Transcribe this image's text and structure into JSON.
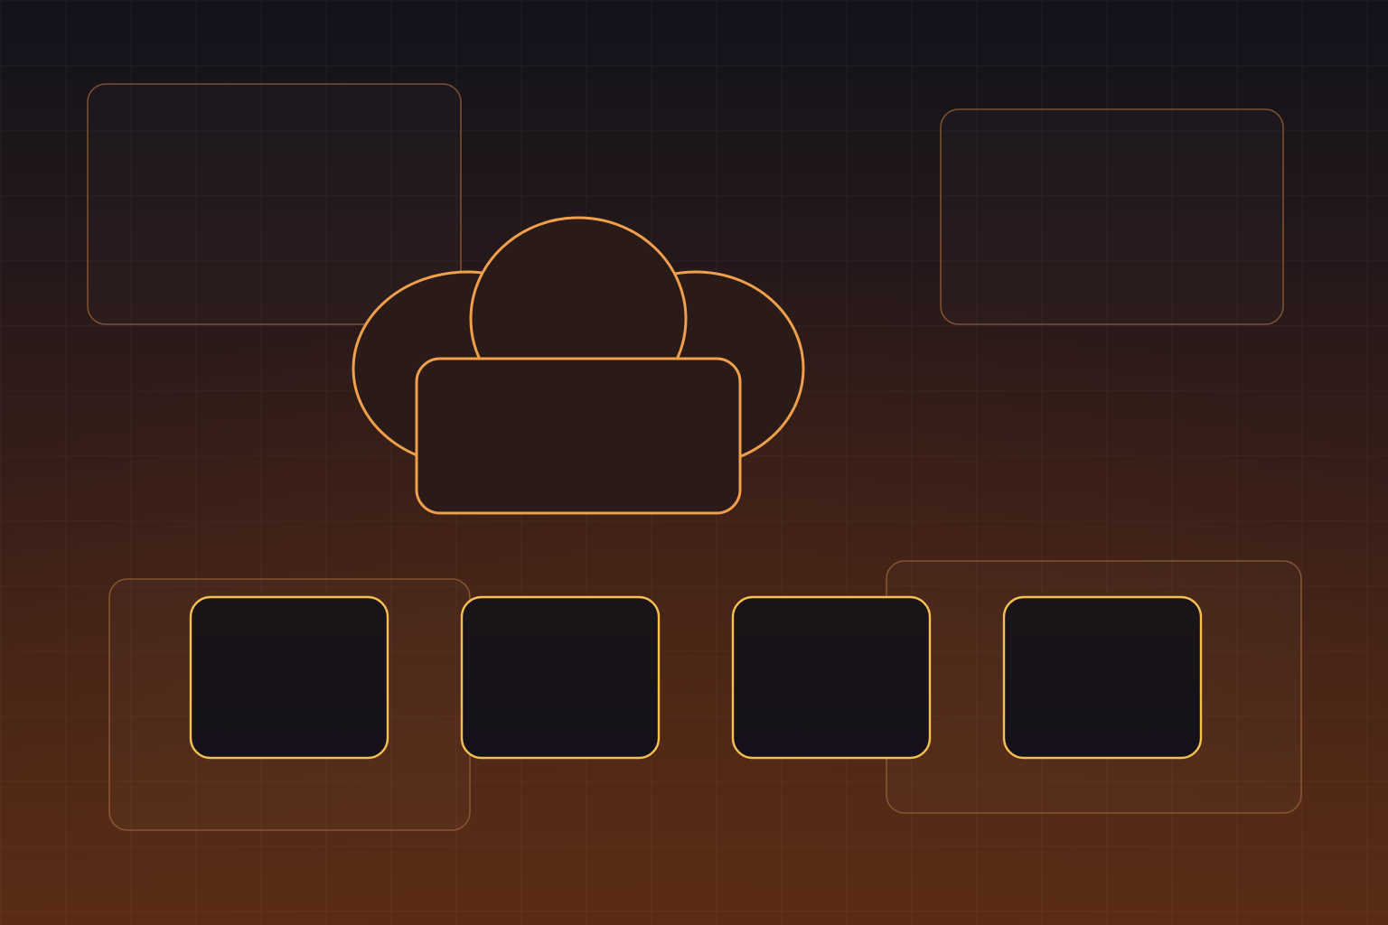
{
  "colors": {
    "bg_top": "#12131c",
    "bg_mid": "#2c1a19",
    "bg_bottom": "#5a2c16",
    "grid_line": "#ffffff",
    "panel_stroke": "#9a6338",
    "panel_fill": "#2a1a17",
    "cloud_stroke": "#f0a04a",
    "cloud_fill": "#2a1a18",
    "node_stroke": "#f5c050",
    "node_fill": "#17131a"
  },
  "icons": {
    "cloud": "cloud-icon"
  },
  "background_panels": [
    "top-left",
    "top-right",
    "bottom-left",
    "bottom-right"
  ],
  "cloud": {
    "lobes": [
      "left",
      "center",
      "right"
    ],
    "base": "rounded-rectangle"
  },
  "nodes": [
    "node-1",
    "node-2",
    "node-3",
    "node-4"
  ]
}
